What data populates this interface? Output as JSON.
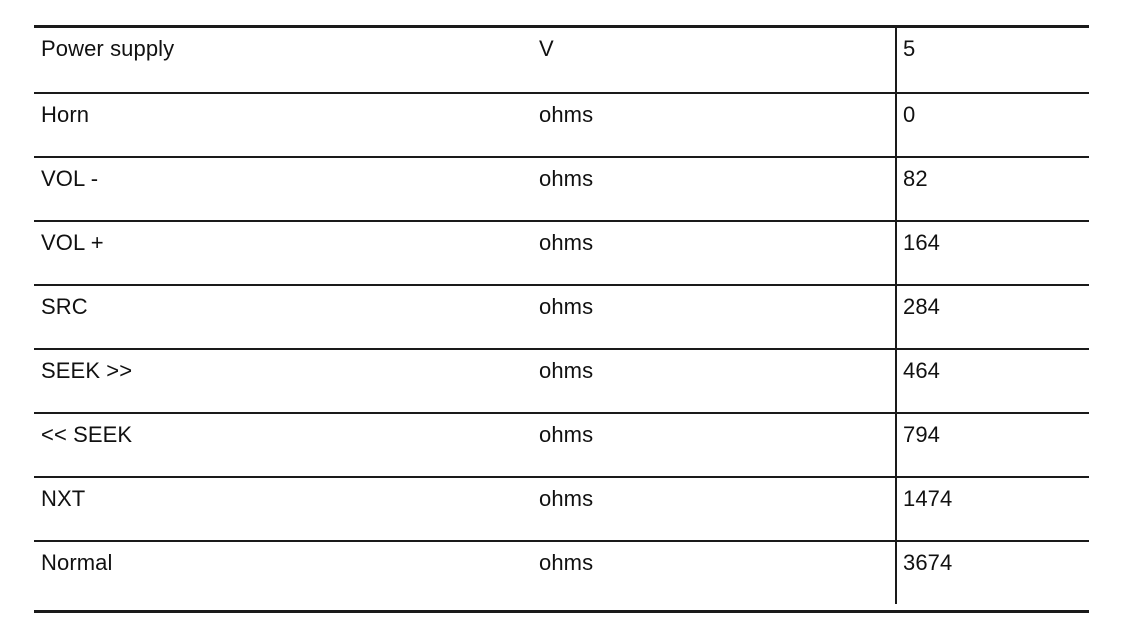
{
  "table": {
    "rows": [
      {
        "name": "Power supply",
        "unit": "V",
        "value": "5"
      },
      {
        "name": "Horn",
        "unit": "ohms",
        "value": "0"
      },
      {
        "name": "VOL -",
        "unit": "ohms",
        "value": "82"
      },
      {
        "name": "VOL +",
        "unit": "ohms",
        "value": "164"
      },
      {
        "name": "SRC",
        "unit": "ohms",
        "value": "284"
      },
      {
        "name": "SEEK >>",
        "unit": "ohms",
        "value": "464"
      },
      {
        "name": "<< SEEK",
        "unit": "ohms",
        "value": "794"
      },
      {
        "name": "NXT",
        "unit": "ohms",
        "value": "1474"
      },
      {
        "name": "Normal",
        "unit": "ohms",
        "value": "3674"
      }
    ]
  }
}
